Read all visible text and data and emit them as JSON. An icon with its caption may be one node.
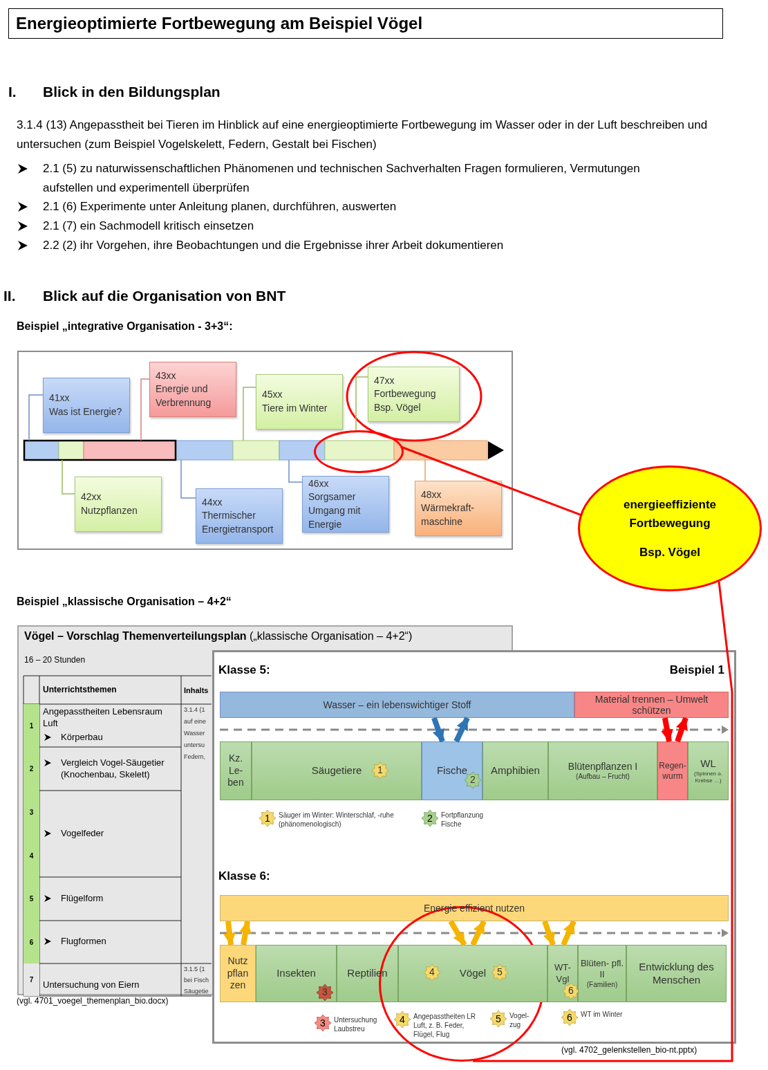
{
  "diagram": {
    "nodes": [
      {
        "text": [
          "Energieoptimierte Fortbewegung am Beispiel Vögel"
        ]
      },
      {
        "text": [
          "41xx",
          "Was ist Energie?"
        ]
      },
      {
        "text": [
          "43xx",
          "Energie und Verbrennung"
        ]
      },
      {
        "text": [
          "45xx",
          "Tiere im Winter"
        ]
      },
      {
        "text": [
          "47xx",
          "Fortbewegung Bsp. Vögel"
        ]
      },
      {
        "text": [
          "42xx",
          "Nutzpflanzen"
        ]
      },
      {
        "text": [
          "44xx",
          "Thermischer Energietransport"
        ]
      },
      {
        "text": [
          "46xx",
          "Sorgsamer Umgang mit Energie"
        ]
      },
      {
        "text": [
          "48xx",
          "Wärmekraft- maschine"
        ]
      },
      {
        "text": [],
        "shape": "circle"
      },
      {
        "text": [
          "energieeffiziente Fortbewegung",
          "Bsp. Vögel"
        ]
      },
      {
        "text": [
          "Wasser – ein lebenswichtiger Stoff"
        ]
      },
      {
        "text": [
          "Material trennen – Umwelt schützen"
        ]
      },
      {
        "text": [
          "Kz. Le- ben"
        ]
      },
      {
        "text": [
          "Säugetiere"
        ]
      },
      {
        "text": [
          "1"
        ],
        "in": 14
      },
      {
        "text": [
          "Fische"
        ]
      },
      {
        "text": [
          "2"
        ],
        "in": 16
      },
      {
        "text": [
          "Amphibien"
        ]
      },
      {
        "text": [
          "Blütenpflanzen I",
          "(Aufbau – Frucht)"
        ]
      },
      {
        "text": [
          "Regen- wurm"
        ]
      },
      {
        "text": [
          "WL",
          "(Spinnen o. Krebse …)"
        ]
      },
      {
        "text": [
          "1"
        ],
        "beside": [
          "Säuger im Winter: Winterschlaf, -ruhe (phänomenologisch)"
        ]
      },
      {
        "text": [
          "2"
        ],
        "beside": [
          "Fortpflanzung Fische"
        ]
      },
      {
        "text": [
          "Energie effizient nutzen"
        ]
      },
      {
        "text": [
          "Nutz pflan zen"
        ]
      },
      {
        "text": [
          "Insekten"
        ]
      },
      {
        "text": [
          "3"
        ],
        "in": 26
      },
      {
        "text": [
          "Reptilien"
        ]
      },
      {
        "text": [],
        "shape": "circle"
      },
      {
        "text": [
          "Vögel"
        ],
        "in": 29
      },
      {
        "text": [
          "4"
        ],
        "in": 30
      },
      {
        "text": [
          "5"
        ],
        "in": 30
      },
      {
        "text": [
          "WT- Vgl"
        ]
      },
      {
        "text": [
          "6"
        ],
        "in": 33
      },
      {
        "text": [
          "Blüten- pfl. II",
          "(Familien)"
        ]
      },
      {
        "text": [
          "Entwicklung des Menschen"
        ]
      },
      {
        "text": [
          "3"
        ],
        "beside": [
          "Untersuchung Laubstreu"
        ]
      },
      {
        "text": [
          "4"
        ],
        "in": 29,
        "beside": [
          "Angepasstheiten LR Luft, z. B. Feder, Flügel, Flug"
        ]
      },
      {
        "text": [
          "5"
        ],
        "in": 29,
        "beside": [
          "Vogel- zug"
        ]
      },
      {
        "text": [
          "6"
        ],
        "beside": [
          "WT im Winter"
        ]
      }
    ],
    "edges": [
      {
        "from": 9,
        "to": 10,
        "arrow": "none",
        "color": "#ff0000"
      },
      {
        "from": 10,
        "to": 29,
        "arrow": "none",
        "color": "#ff0000"
      },
      {
        "from": 11,
        "to": 16,
        "arrow": "to",
        "style": "thick",
        "color": "#2e75b6"
      },
      {
        "from": 16,
        "to": 11,
        "arrow": "to",
        "style": "thick",
        "color": "#2e75b6"
      },
      {
        "from": 12,
        "to": 20,
        "arrow": "to",
        "style": "thick",
        "color": "#ff0000"
      },
      {
        "from": 20,
        "to": 12,
        "arrow": "to",
        "style": "thick",
        "color": "#ff0000"
      },
      {
        "from": 24,
        "to": 25,
        "arrow": "to",
        "style": "thick"
      },
      {
        "from": 25,
        "to": 24,
        "arrow": "to",
        "style": "thick"
      },
      {
        "from": 24,
        "to": 30,
        "arrow": "to",
        "style": "thick"
      },
      {
        "from": 30,
        "to": 24,
        "arrow": "to",
        "style": "thick"
      },
      {
        "from": 24,
        "to": 33,
        "arrow": "to",
        "style": "thick"
      },
      {
        "from": 33,
        "to": 24,
        "arrow": "to",
        "style": "thick"
      },
      {
        "from": 1,
        "to": null,
        "arrow": "none",
        "color": "#6f8fc9"
      },
      {
        "from": 2,
        "to": null,
        "arrow": "none",
        "color": "#d98080"
      },
      {
        "from": 3,
        "to": null,
        "arrow": "none",
        "color": "#9bbb59"
      },
      {
        "from": 4,
        "to": 9,
        "arrow": "none",
        "color": "#9bbb59"
      },
      {
        "from": 5,
        "to": null,
        "arrow": "none",
        "color": "#9bbb59"
      },
      {
        "from": 6,
        "to": null,
        "arrow": "none",
        "color": "#6f8fc9"
      },
      {
        "from": 7,
        "to": null,
        "arrow": "none",
        "color": "#6f8fc9"
      },
      {
        "from": 8,
        "to": null,
        "arrow": "none",
        "color": "#e3a06b"
      }
    ],
    "labels": [
      "I.",
      "Blick in den Bildungsplan",
      "3.1.4 (13) Angepasstheit bei Tieren im Hinblick auf eine energieoptimierte Fortbewegung im Wasser oder in der Luft beschreiben und untersuchen (zum Beispiel Vogelskelett, Federn, Gestalt bei Fischen)",
      "2.1 (5) zu naturwissenschaftlichen Phänomenen und technischen Sachverhalten Fragen formulieren, Vermutungen aufstellen und experimentell überprüfen",
      "2.1 (6) Experimente unter Anleitung planen, durchführen, auswerten",
      "2.1 (7) ein Sachmodell kritisch einsetzen",
      "2.2 (2) ihr Vorgehen, ihre Beobachtungen und die Ergebnisse ihrer Arbeit dokumentieren",
      "II.",
      "Blick auf die Organisation von BNT",
      "Beispiel „integrative Organisation - 3+3“:",
      "Beispiel „klassische Organisation – 4+2“",
      "**Vögel – Vorschlag Themenverteilungsplan** („klassische Organisation – 4+2“)",
      "16 – 20 Stunden",
      "Unterrichtsthemen",
      "Inhalts",
      "1",
      "Angepasstheiten Lebensraum Luft",
      "Körperbau",
      "3.1.4 (1",
      "auf eine",
      "Wasser",
      "untersu",
      "Federn,",
      "2",
      "Vergleich Vogel-Säugetier (Knochenbau, Skelett)",
      "3",
      "Vogelfeder",
      "4",
      "5",
      "Flügelform",
      "6",
      "Flugformen",
      "7",
      "Untersuchung von Eiern",
      "3.1.5 (1",
      "bei Fisch",
      "Säugetie",
      "(vgl. 4701_voegel_themenplan_bio.docx)",
      "Klasse 5:",
      "Beispiel 1",
      "Klasse 6:",
      "(vgl. 4702_gelenkstellen_bio-nt.pptx)"
    ]
  }
}
